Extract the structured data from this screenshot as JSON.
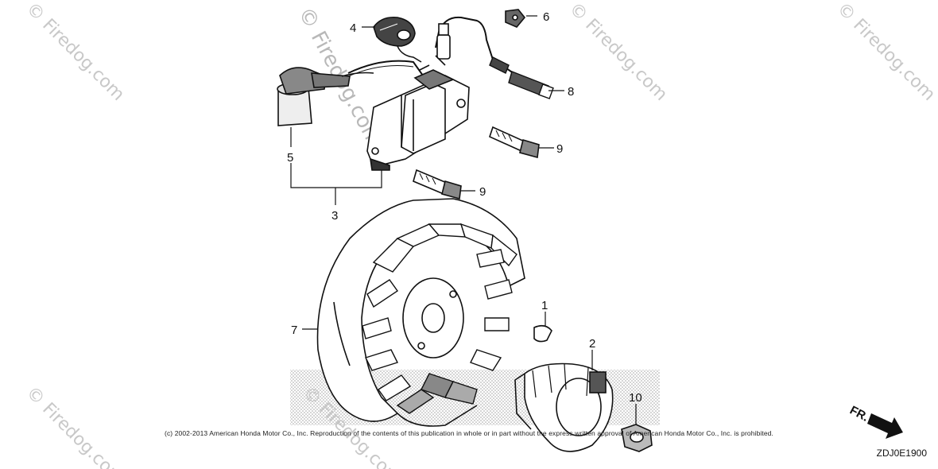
{
  "watermark": {
    "text": "© Firedog.com"
  },
  "callouts": [
    "1",
    "2",
    "3",
    "4",
    "5",
    "6",
    "7",
    "8",
    "9",
    "9",
    "10"
  ],
  "front_indicator": "FR.",
  "diagram_code": "ZDJ0E1900",
  "copyright": "(c) 2002-2013 American Honda Motor Co., Inc. Reproduction of the contents of this publication in whole or in part without the express written approval of American Honda Motor Co., Inc. is prohibited."
}
